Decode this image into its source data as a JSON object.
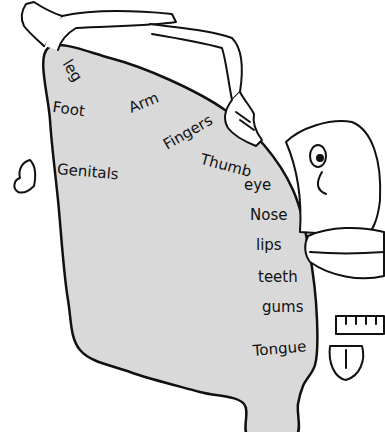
{
  "diagram": {
    "labels": [
      "leg",
      "Foot",
      "Genitals",
      "Arm",
      "Fingers",
      "Thumb",
      "eye",
      "Nose",
      "lips",
      "teeth",
      "gums",
      "Tongue"
    ]
  }
}
